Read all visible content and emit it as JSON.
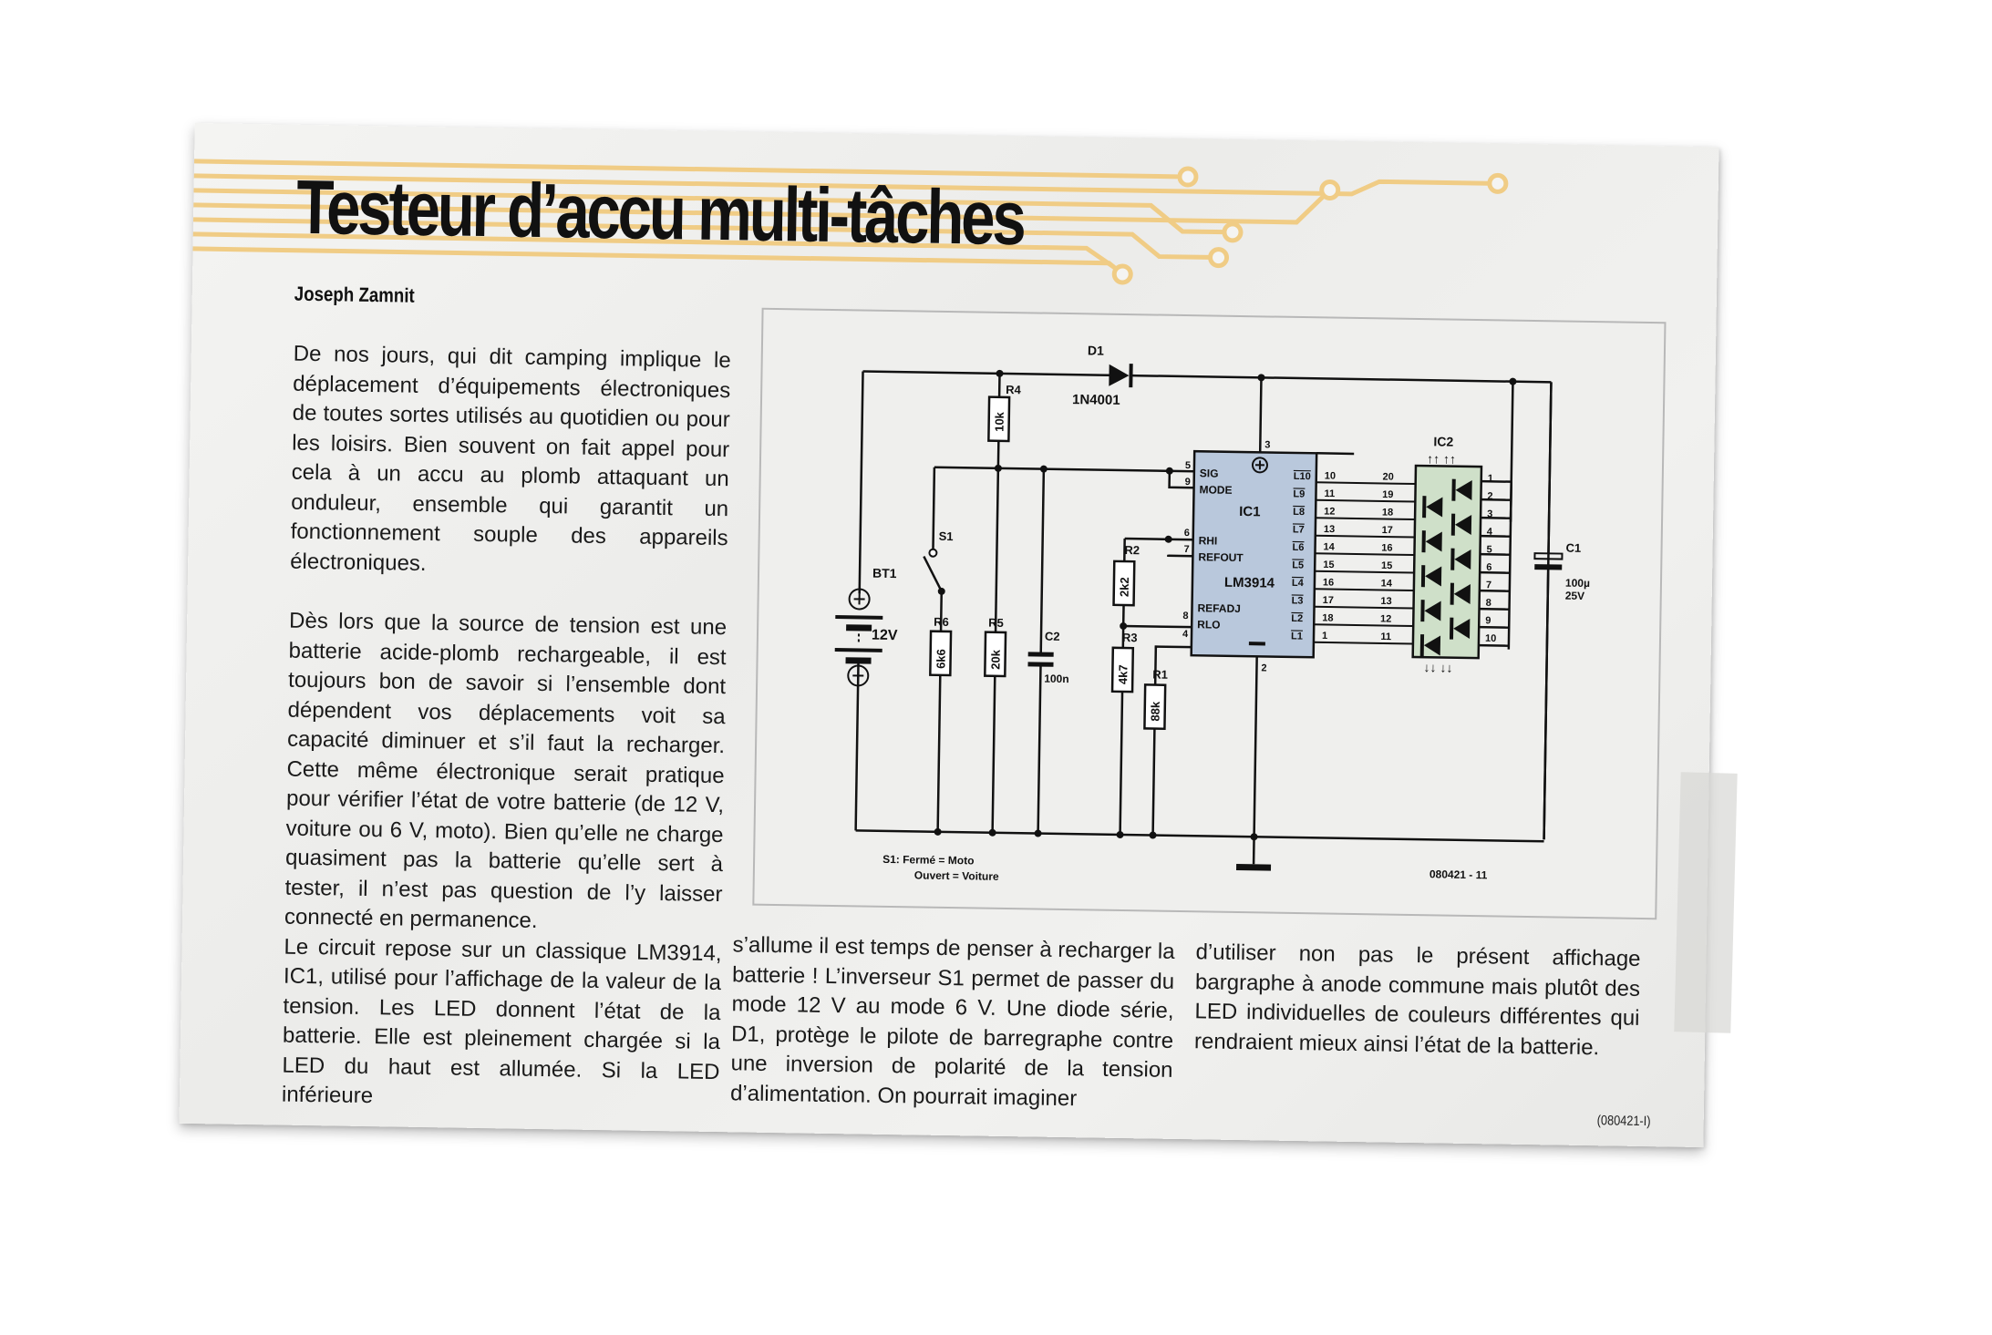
{
  "article": {
    "title": "Testeur d’accu multi-tâches",
    "author": "Joseph Zamnit",
    "col1": {
      "p1": "De nos jours, qui dit camping implique le déplacement d’équipements électroniques de toutes sortes utilisés au quotidien ou pour les loisirs. Bien souvent on fait appel pour cela à un accu au plomb attaquant un onduleur, ensemble qui garantit un fonctionnement souple des appareils électroniques.",
      "p2": "Dès lors que la source de tension est une batterie acide-plomb rechargeable, il est toujours bon de savoir si l’ensemble dont dépendent vos déplacements voit sa capacité diminuer et s’il faut la recharger. Cette même électronique serait pratique pour vérifier l’état de votre batterie (de 12 V, voiture ou 6 V, moto). Bien qu’elle ne charge quasiment pas la batterie qu’elle sert à tester, il n’est pas question de l’y laisser connecté en permanence.",
      "p3": "Le circuit repose sur un classique LM3914, IC1, utilisé pour l’affichage de la valeur de la tension. Les LED donnent l’état de la batterie. Elle est pleinement chargée si la LED du haut est allumée. Si la LED inférieure"
    },
    "col2": "s’allume il est temps de penser à recharger la batterie ! L’inverseur S1 permet de passer du mode 12 V au mode 6 V. Une diode série, D1, protège le pilote de barregraphe contre une inversion de polarité de la tension d’alimentation. On pourrait imaginer",
    "col3": "d’utiliser non pas le présent affichage bargraphe à anode commune mais plutôt des LED individuelles de couleurs différentes qui rendraient mieux ainsi l’état de la batterie.",
    "ref": "(080421-I)"
  },
  "schematic": {
    "d1": "D1",
    "d1_part": "1N4001",
    "r4": "R4",
    "r4_val": "10k",
    "bt1": "BT1",
    "bt1_val": "12V",
    "s1": "S1",
    "r6": "R6",
    "r6_val": "6k6",
    "r5": "R5",
    "r5_val": "20k",
    "c2": "C2",
    "c2_val": "100n",
    "r2": "R2",
    "r2_val": "2k2",
    "r3": "R3",
    "r3_val": "4k7",
    "r1": "R1",
    "r1_val": "88k",
    "ic1": "IC1",
    "ic1_part": "LM3914",
    "ic2": "IC2",
    "c1": "C1",
    "c1_val1": "100µ",
    "c1_val2": "25V",
    "pin_3": "3",
    "pin_2": "2",
    "pin_5": "5",
    "pin_9": "9",
    "pin_6": "6",
    "pin_7": "7",
    "pin_8": "8",
    "pin_4": "4",
    "sig": "SIG",
    "mode": "MODE",
    "rhi": "RHI",
    "refout": "REFOUT",
    "refadj": "REFADJ",
    "rlo": "RLO",
    "outputs": [
      {
        "name": "L10",
        "pin": "10",
        "seg": "20",
        "out": "1"
      },
      {
        "name": "L9",
        "pin": "11",
        "seg": "19",
        "out": "2"
      },
      {
        "name": "L8",
        "pin": "12",
        "seg": "18",
        "out": "3"
      },
      {
        "name": "L7",
        "pin": "13",
        "seg": "17",
        "out": "4"
      },
      {
        "name": "L6",
        "pin": "14",
        "seg": "16",
        "out": "5"
      },
      {
        "name": "L5",
        "pin": "15",
        "seg": "15",
        "out": "6"
      },
      {
        "name": "L4",
        "pin": "16",
        "seg": "14",
        "out": "7"
      },
      {
        "name": "L3",
        "pin": "17",
        "seg": "13",
        "out": "8"
      },
      {
        "name": "L2",
        "pin": "18",
        "seg": "12",
        "out": "9"
      },
      {
        "name": "L1",
        "pin": "1",
        "seg": "11",
        "out": "10"
      }
    ],
    "s1_note1": "S1:  Fermé = Moto",
    "s1_note2": "Ouvert = Voiture",
    "fig_code": "080421 - 11"
  },
  "colors": {
    "ic1_fill": "#b9c8dc",
    "ic2_fill": "#cfe0c9",
    "trace": "#f0cc85"
  }
}
